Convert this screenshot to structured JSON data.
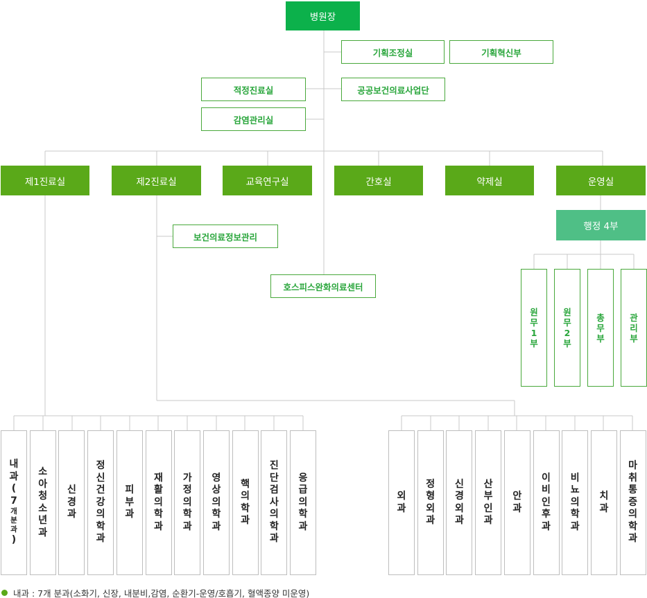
{
  "colors": {
    "primary": "#0cb14b",
    "dept": "#5aa919",
    "admin": "#4fbf86",
    "outline": "#48a83a",
    "line": "#c8c8c8"
  },
  "director": "병원장",
  "director_staff": {
    "planning": "기획조정실",
    "innovation": "기획혁신부",
    "proper_care": "적정진료실",
    "public_health": "공공보건의료사업단",
    "infection": "감염관리실"
  },
  "departments": [
    {
      "key": "clinic1",
      "label": "제1진료실"
    },
    {
      "key": "clinic2",
      "label": "제2진료실"
    },
    {
      "key": "education",
      "label": "교육연구실"
    },
    {
      "key": "nursing",
      "label": "간호실"
    },
    {
      "key": "pharmacy",
      "label": "약제실"
    },
    {
      "key": "operations",
      "label": "운영실"
    }
  ],
  "health_info": "보건의료정보관리",
  "hospice": "호스피스완화의료센터",
  "admin_group": "행정 4부",
  "admin_units": [
    "원무1부",
    "원무2부",
    "총무부",
    "관리부"
  ],
  "clinic1_units": [
    {
      "label": "내과",
      "paren_open": "(",
      "num": "7",
      "small": "개분과",
      "paren_close": ")"
    },
    {
      "label": "소아청소년과"
    },
    {
      "label": "신경과"
    },
    {
      "label": "정신건강의학과"
    },
    {
      "label": "피부과"
    },
    {
      "label": "재활의학과"
    },
    {
      "label": "가정의학과"
    },
    {
      "label": "영상의학과"
    },
    {
      "label": "핵의학과"
    },
    {
      "label": "진단검사의학과"
    },
    {
      "label": "응급의학과"
    }
  ],
  "clinic2_units": [
    {
      "label": "외과"
    },
    {
      "label": "정형외과"
    },
    {
      "label": "신경외과"
    },
    {
      "label": "산부인과"
    },
    {
      "label": "안과"
    },
    {
      "label": "이비인후과"
    },
    {
      "label": "비뇨의학과"
    },
    {
      "label": "치과"
    },
    {
      "label": "마취통증의학과"
    }
  ],
  "footnote": "내과 : 7개 분과(소화기, 신장, 내분비,감염, 순환기-운영/호흡기, 혈액종양 미운영)"
}
